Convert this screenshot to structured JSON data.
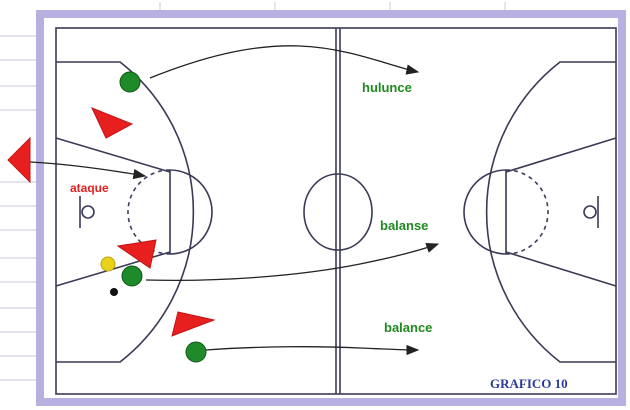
{
  "labels": {
    "top_green": "hulunce",
    "left_red": "ataque",
    "middle_green": "balanse",
    "bottom_green": "balance"
  },
  "caption": "GRAFICO 10",
  "colors": {
    "frame": "#b8b0e0",
    "court_line": "#3a3a55",
    "player_green": "#1f8a2a",
    "defender_red": "#e81f1f",
    "ball": "#e8d21a",
    "label_green": "#1f8a1f",
    "label_red": "#e02020",
    "caption": "#2a3a9a"
  }
}
